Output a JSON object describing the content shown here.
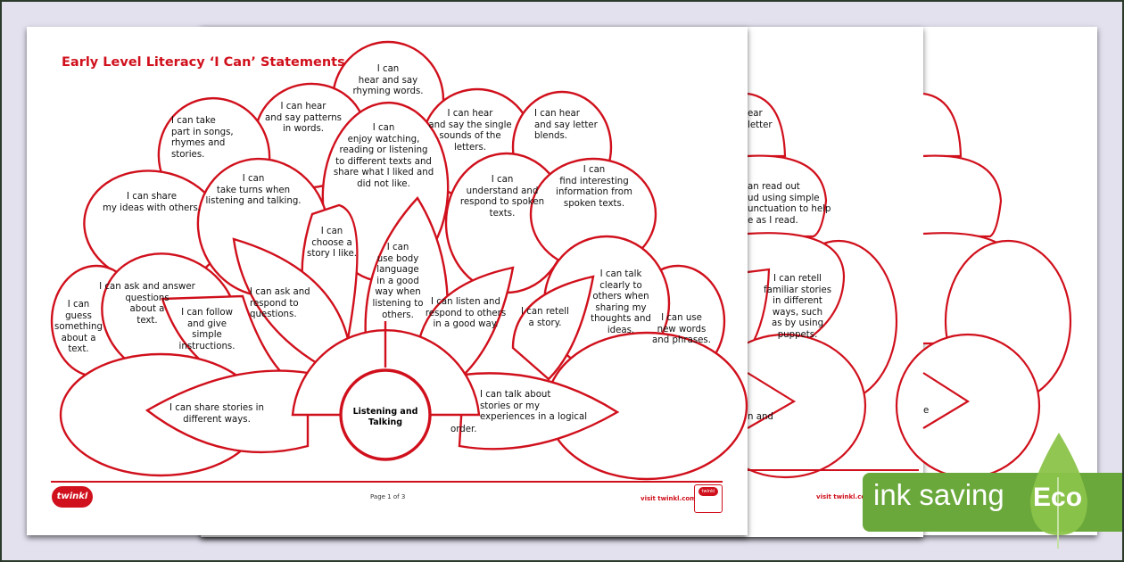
{
  "document": {
    "title": "Early Level Literacy ‘I Can’ Statements",
    "center_label": "Listening and\nTalking",
    "statements": {
      "rhyming": "I can\nhear and say\nrhyming words.",
      "patterns": "I can hear\nand say patterns\nin words.",
      "songs": "I can take\npart in songs,\nrhymes and\nstories.",
      "single_sounds": "I can hear\nand say the single\nsounds of the\nletters.",
      "letter_blends": "I can hear\nand say letter\nblends.",
      "share_ideas": "I can share\nmy ideas with others.",
      "enjoy_watching": "I can\nenjoy watching,\nreading or listening\nto different texts and\nshare what I liked and\ndid not like.",
      "take_turns": "I can\ntake turns when\nlistening and talking.",
      "understand": "I can\nunderstand and\nrespond to spoken\ntexts.",
      "find_information": "I can\nfind interesting\ninformation from\nspoken texts.",
      "choose_story": "I can\nchoose a\nstory I like.",
      "body_language": "I can\nuse body\nlanguage\nin a good\nway when\nlistening to\nothers.",
      "ask_respond": "I can ask and\nrespond to\nquestions.",
      "listen_respond": "I can listen and\nrespond to others\nin a good way.",
      "retell": "I can retell\na story.",
      "talk_clearly": "I can talk\nclearly to\nothers when\nsharing my\nthoughts and\nideas.",
      "new_words": "I can use\nnew words\nand phrases.",
      "guess": "I can\nguess\nsomething\nabout a\ntext.",
      "ask_answer": "I can ask and answer\nquestions\nabout a\ntext.",
      "follow_instructions": "I can follow\nand give\nsimple\ninstructions.",
      "share_stories": "I can share stories in\ndifferent ways.",
      "talk_about_stories": "I can talk about\nstories or my\nexperiences in a logical",
      "talk_about_stories_end": "order."
    },
    "footer": {
      "logo": "twinkl",
      "page": "Page 1 of 3",
      "visit": "visit twinkl.com",
      "badge": "twinkl"
    }
  },
  "background_pages": {
    "fragments": {
      "letter": "ear\nletter",
      "read_out": "an read out\nud using simple\nunctuation to help\ne as I read.",
      "retell_familiar": "I can retell\nfamiliar stories\nin different\nways, such\nas by using\npuppets.",
      "and": "n and",
      "e": "e"
    },
    "visit": "visit twinkl.com"
  },
  "eco_badge": {
    "label": "ink saving",
    "eco": "Eco",
    "color": "#6aa83b"
  },
  "colors": {
    "accent": "#d0101c"
  }
}
